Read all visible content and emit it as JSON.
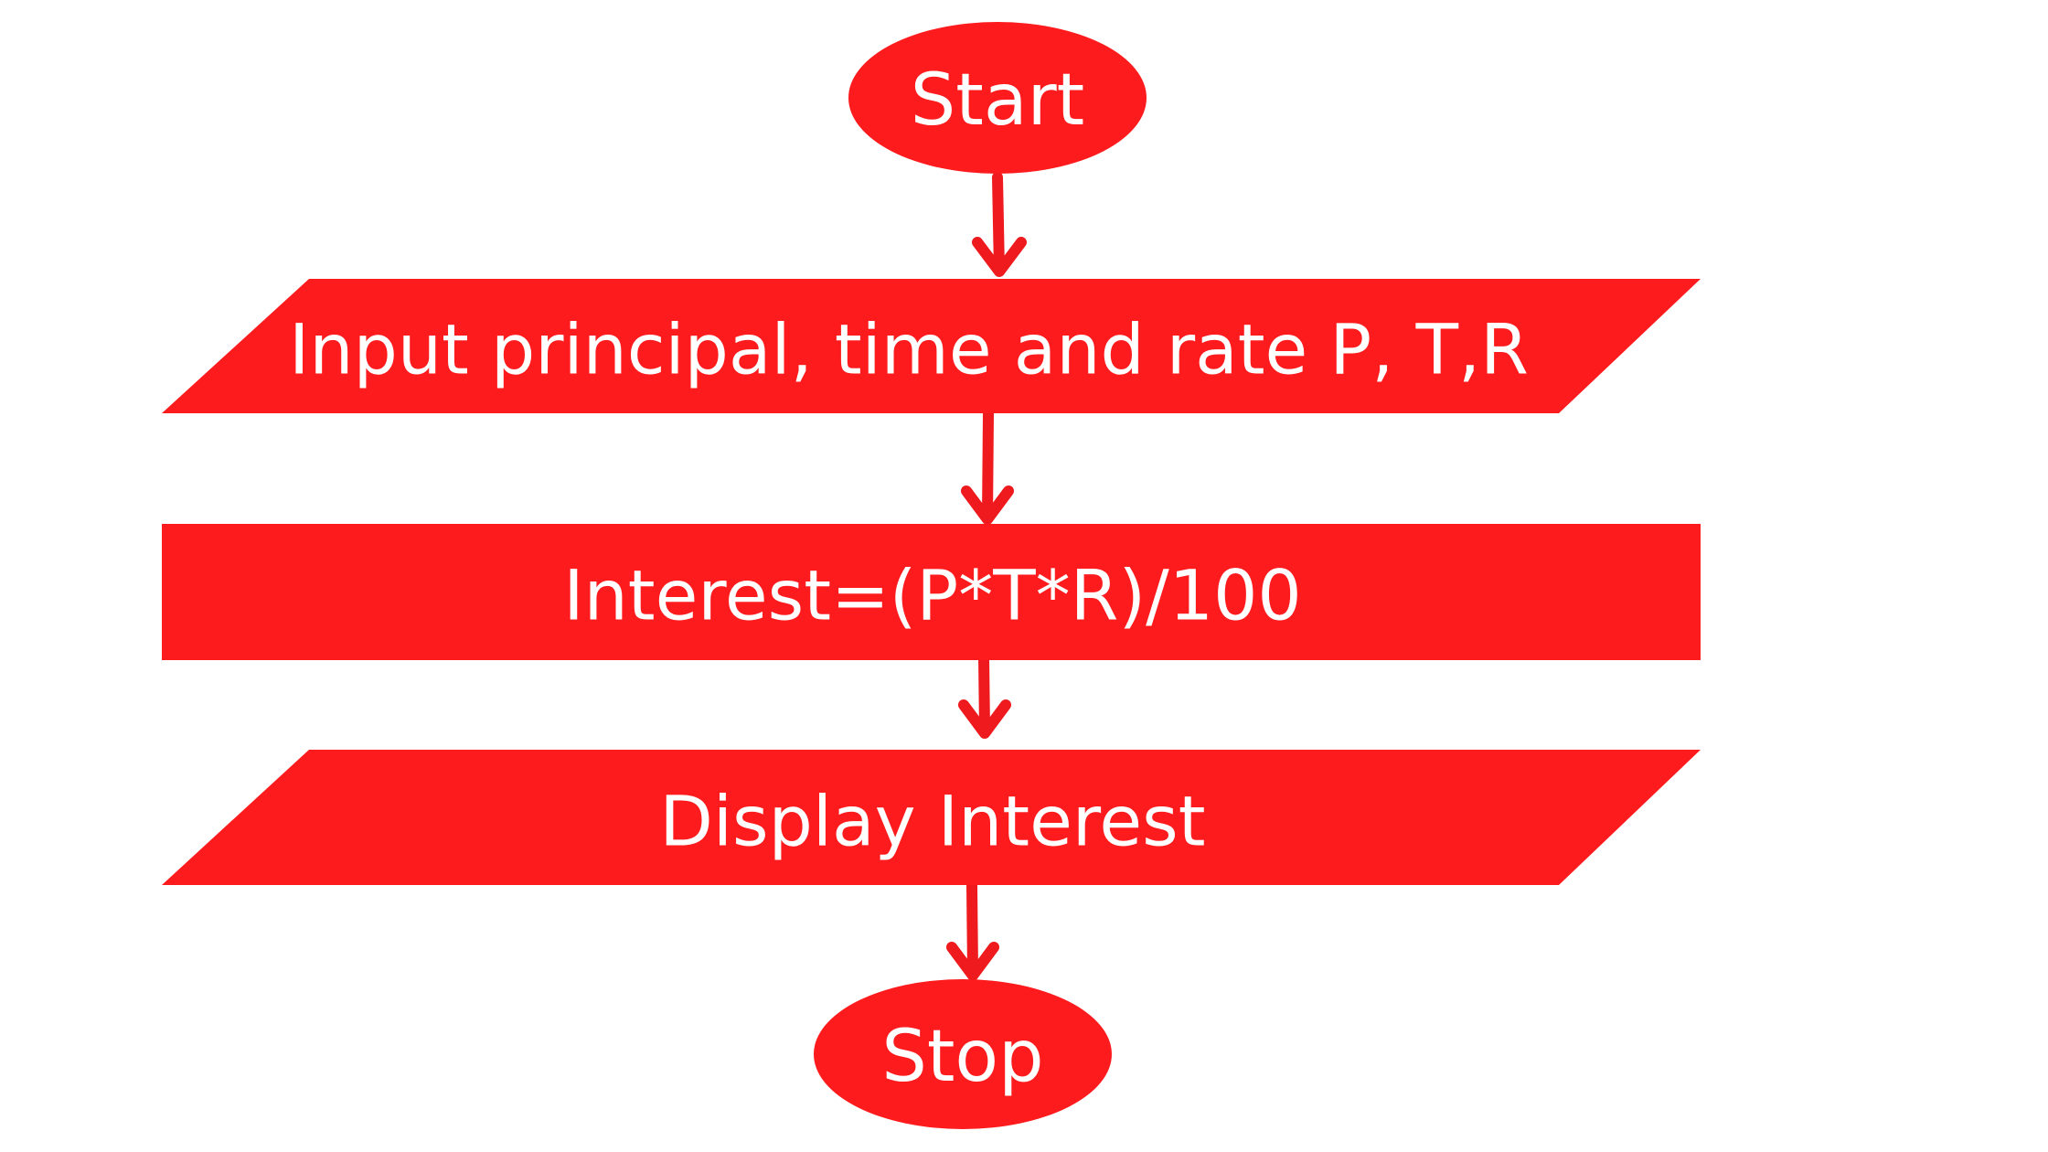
{
  "colors": {
    "background": "#ffffff",
    "shape_fill": "#fd1b1d",
    "text": "#ffffff",
    "arrow": "#ef1a1d"
  },
  "nodes": {
    "start": {
      "shape": "ellipse",
      "label": "Start"
    },
    "input": {
      "shape": "parallelogram",
      "label": "Input principal, time and rate P, T,R"
    },
    "process": {
      "shape": "rectangle",
      "label": "Interest=(P*T*R)/100"
    },
    "output": {
      "shape": "parallelogram",
      "label": "Display Interest"
    },
    "stop": {
      "shape": "ellipse",
      "label": "Stop"
    }
  },
  "edges": [
    {
      "from": "start",
      "to": "input"
    },
    {
      "from": "input",
      "to": "process"
    },
    {
      "from": "process",
      "to": "output"
    },
    {
      "from": "output",
      "to": "stop"
    }
  ]
}
